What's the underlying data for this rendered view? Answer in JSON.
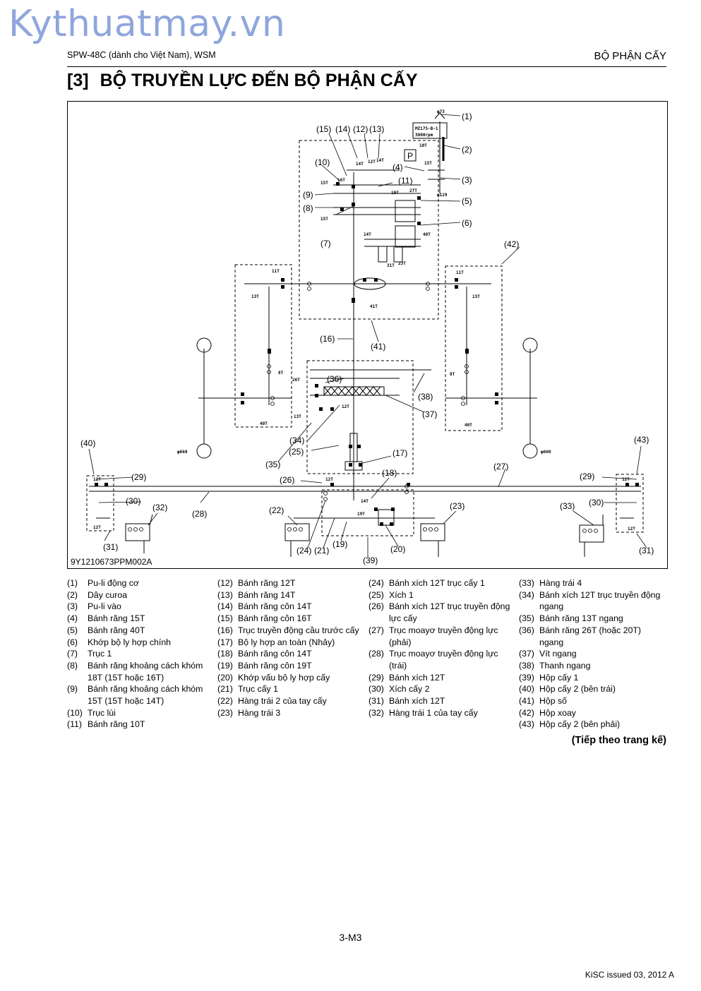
{
  "watermark": "Kythuatmay.vn",
  "header": {
    "left": "SPW-48C (dành cho Việt Nam), WSM",
    "right": "BỘ PHẬN CẤY"
  },
  "title": {
    "number": "[3]",
    "text": "BỘ TRUYỀN LỰC ĐẾN BỘ PHẬN CẤY"
  },
  "figure": {
    "code": "9Y1210673PPM002A",
    "engine_box": "MZ175-B-1",
    "engine_rpm": "3000rpm",
    "p_mark": "P",
    "callouts": [
      "(1)",
      "(2)",
      "(3)",
      "(4)",
      "(5)",
      "(6)",
      "(7)",
      "(8)",
      "(9)",
      "(10)",
      "(11)",
      "(12)",
      "(13)",
      "(14)",
      "(15)",
      "(16)",
      "(17)",
      "(18)",
      "(19)",
      "(20)",
      "(21)",
      "(22)",
      "(23)",
      "(24)",
      "(25)",
      "(26)",
      "(27)",
      "(28)",
      "(29)",
      "(30)",
      "(31)",
      "(32)",
      "(33)",
      "(34)",
      "(35)",
      "(36)",
      "(37)",
      "(38)",
      "(39)",
      "(40)",
      "(41)",
      "(42)",
      "(43)"
    ],
    "teeth": [
      "φ73",
      "φ129",
      "10T",
      "15T",
      "14T",
      "12T",
      "14T",
      "16T",
      "15T",
      "19T",
      "15T",
      "27T",
      "14T",
      "40T",
      "31T",
      "23T",
      "41T",
      "11T",
      "13T",
      "11T",
      "13T",
      "8T",
      "8T",
      "40T",
      "40T",
      "26T",
      "12T",
      "13T",
      "12T",
      "12T",
      "12T",
      "12T",
      "12T",
      "14T",
      "19T",
      "φ660",
      "φ660"
    ]
  },
  "legend": [
    [
      {
        "n": "(1)",
        "t": "Pu-li động cơ"
      },
      {
        "n": "(2)",
        "t": "Dây curoa"
      },
      {
        "n": "(3)",
        "t": "Pu-li vào"
      },
      {
        "n": "(4)",
        "t": "Bánh răng 15T"
      },
      {
        "n": "(5)",
        "t": "Bánh răng 40T"
      },
      {
        "n": "(6)",
        "t": "Khớp bộ ly hợp chính"
      },
      {
        "n": "(7)",
        "t": "Trục 1"
      },
      {
        "n": "(8)",
        "t": "Bánh răng khoảng cách khóm 18T (15T hoặc 16T)"
      },
      {
        "n": "(9)",
        "t": "Bánh răng khoảng cách khóm 15T (15T hoặc 14T)"
      },
      {
        "n": "(10)",
        "t": "Trục lùi"
      },
      {
        "n": "(11)",
        "t": "Bánh răng 10T"
      }
    ],
    [
      {
        "n": "(12)",
        "t": "Bánh răng 12T"
      },
      {
        "n": "(13)",
        "t": "Bánh răng 14T"
      },
      {
        "n": "(14)",
        "t": "Bánh răng côn 14T"
      },
      {
        "n": "(15)",
        "t": "Bánh răng côn 16T"
      },
      {
        "n": "(16)",
        "t": "Trục truyền động cầu trước cấy"
      },
      {
        "n": "(17)",
        "t": "Bộ ly hợp an toàn (Nhảy)"
      },
      {
        "n": "(18)",
        "t": "Bánh răng côn 14T"
      },
      {
        "n": "(19)",
        "t": "Bánh răng côn 19T"
      },
      {
        "n": "(20)",
        "t": "Khớp vấu bộ ly hợp cấy"
      },
      {
        "n": "(21)",
        "t": "Trục cấy 1"
      },
      {
        "n": "(22)",
        "t": "Hàng trái 2 của tay cấy"
      },
      {
        "n": "(23)",
        "t": "Hàng trái 3"
      }
    ],
    [
      {
        "n": "(24)",
        "t": "Bánh xích 12T trục cấy 1"
      },
      {
        "n": "(25)",
        "t": "Xích 1"
      },
      {
        "n": "(26)",
        "t": "Bánh xích 12T trục truyền động lực cấy"
      },
      {
        "n": "(27)",
        "t": "Trục moayơ truyền động lực (phải)"
      },
      {
        "n": "(28)",
        "t": "Trục moayơ truyền động lực (trái)"
      },
      {
        "n": "(29)",
        "t": "Bánh xích 12T"
      },
      {
        "n": "(30)",
        "t": "Xích cấy 2"
      },
      {
        "n": "(31)",
        "t": "Bánh xích 12T"
      },
      {
        "n": "(32)",
        "t": "Hàng trái 1 của tay cấy"
      }
    ],
    [
      {
        "n": "(33)",
        "t": "Hàng trái 4"
      },
      {
        "n": "(34)",
        "t": "Bánh xích 12T trục truyền động ngang"
      },
      {
        "n": "(35)",
        "t": "Bánh răng 13T ngang"
      },
      {
        "n": "(36)",
        "t": "Bánh răng 26T (hoặc 20T) ngang"
      },
      {
        "n": "(37)",
        "t": "Vít ngang"
      },
      {
        "n": "(38)",
        "t": "Thanh ngang"
      },
      {
        "n": "(39)",
        "t": "Hộp cấy 1"
      },
      {
        "n": "(40)",
        "t": "Hộp cấy 2 (bên trái)"
      },
      {
        "n": "(41)",
        "t": "Hộp số"
      },
      {
        "n": "(42)",
        "t": "Hộp xoay"
      },
      {
        "n": "(43)",
        "t": "Hộp cấy 2 (bên phải)"
      }
    ]
  ],
  "continued": "(Tiếp theo trang kế)",
  "page_number": "3-M3",
  "issued": "KiSC issued 03, 2012 A"
}
